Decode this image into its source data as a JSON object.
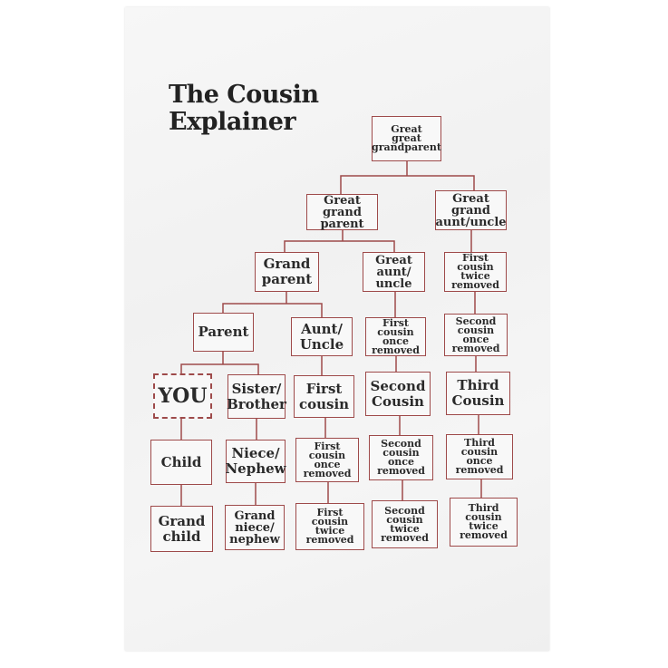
{
  "title": "The Cousin\nExplainer",
  "colors": {
    "border": "#9e4a4a",
    "text": "#2a2a2a",
    "towel": "#f4f4f4"
  },
  "boxes": {
    "ggp": "Great\ngreat\ngrandparent",
    "ggparent": "Great\ngrand\nparent",
    "ggau": "Great\ngrand\naunt/uncle",
    "gp": "Grand\nparent",
    "gau": "Great\naunt/\nuncle",
    "c1c2r_top": "First\ncousin\ntwice\nremoved",
    "parent": "Parent",
    "aunt": "Aunt/\nUncle",
    "c1c1r_top": "First\ncousin\nonce\nremoved",
    "c2c1r_top": "Second\ncousin\nonce\nremoved",
    "you": "YOU",
    "sibling": "Sister/\nBrother",
    "first_cousin": "First\ncousin",
    "second_cousin": "Second\nCousin",
    "third_cousin": "Third\nCousin",
    "child": "Child",
    "niece": "Niece/\nNephew",
    "c1c1r": "First\ncousin\nonce\nremoved",
    "c2c1r": "Second\ncousin\nonce\nremoved",
    "c3c1r": "Third\ncousin\nonce\nremoved",
    "grandchild": "Grand\nchild",
    "grandniece": "Grand\nniece/\nnephew",
    "c1c2r": "First\ncousin\ntwice\nremoved",
    "c2c2r": "Second\ncousin\ntwice\nremoved",
    "c3c2r": "Third\ncousin\ntwice\nremoved"
  }
}
